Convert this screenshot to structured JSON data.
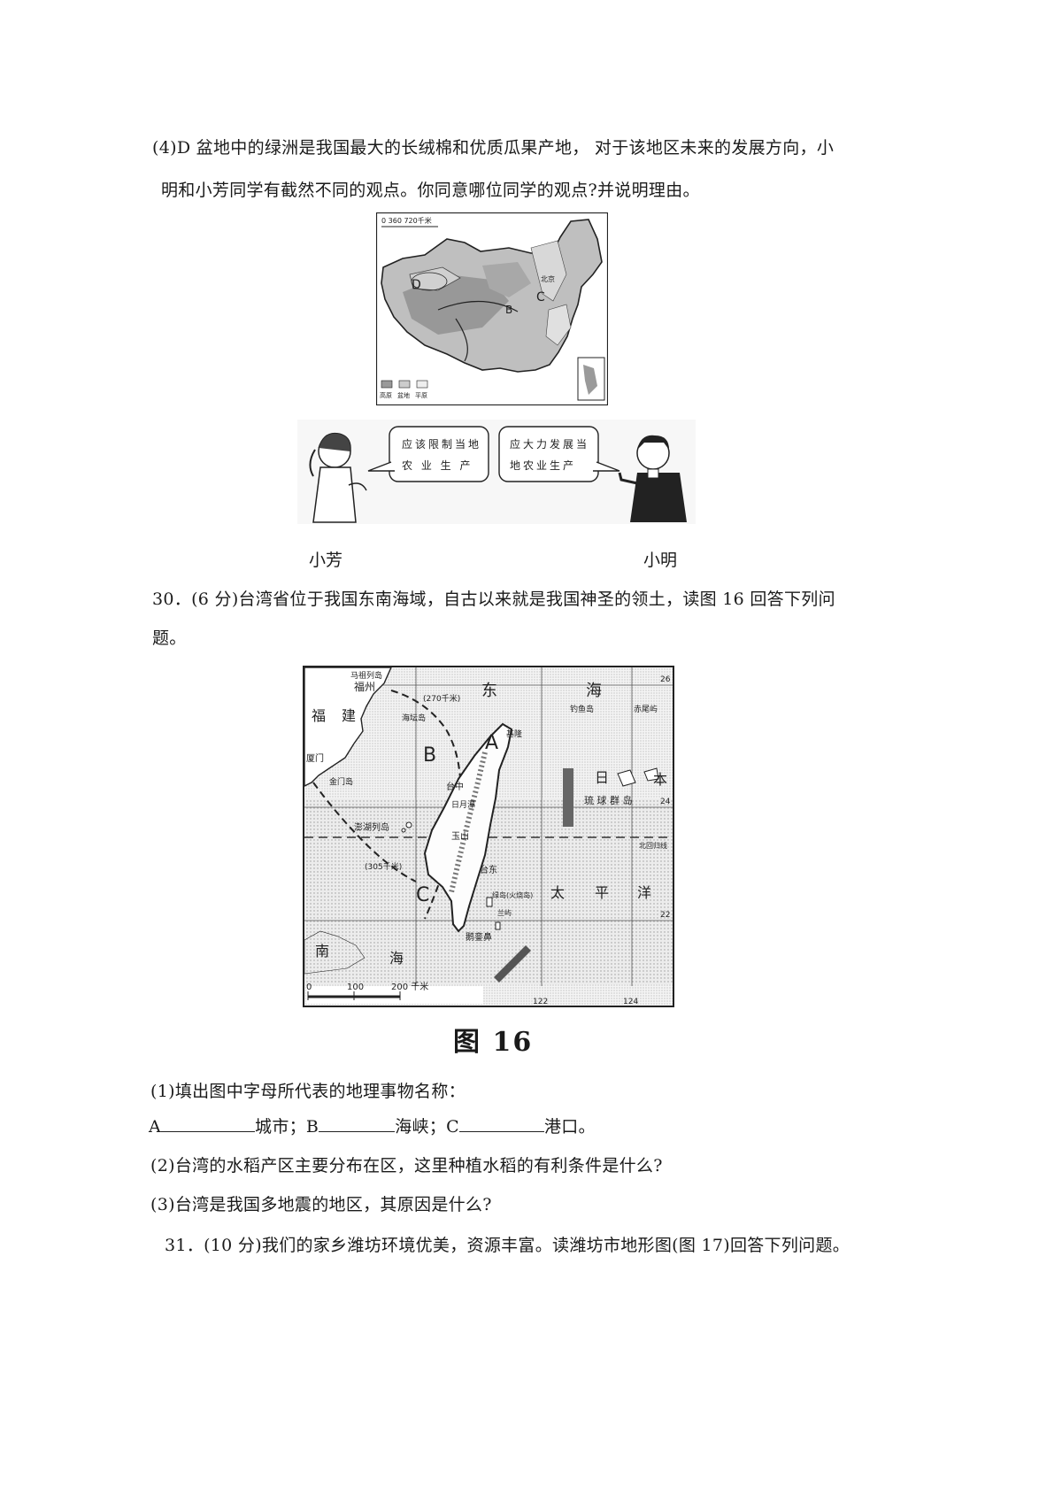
{
  "q29_part4": {
    "line1": "(4)D 盆地中的绿洲是我国最大的长绒棉和优质瓜果产地， 对于该地区未来的发展方向，小",
    "line2": "明和小芳同学有截然不同的观点。你同意哪位同学的观点?并说明理由。"
  },
  "china_map": {
    "scale_text": "0    360  720千米",
    "label_d": "D",
    "label_b": "B",
    "label_c": "C",
    "label_beijing": "北京",
    "legend": [
      "高原",
      "盆地",
      "平原"
    ]
  },
  "cartoon": {
    "girl_bubble_line1": "应该限制当地",
    "girl_bubble_line2": "农 业 生 产",
    "boy_bubble_line1": "应大力发展当",
    "boy_bubble_line2": "地农业生产",
    "girl_name": "小芳",
    "boy_name": "小明"
  },
  "q30": {
    "line1": "30．(6 分)台湾省位于我国东南海域，自古以来就是我国神圣的领土，读图 16 回答下列问",
    "line2": "题。"
  },
  "taiwan_map": {
    "label_a": "A",
    "label_b": "B",
    "label_c": "C",
    "east_sea": [
      "东",
      "海"
    ],
    "fujian": [
      "福",
      "建"
    ],
    "fuzhou": "福州",
    "xiamen": "厦门",
    "jinmen": "金门岛",
    "matsu": "马祖列岛",
    "pingtan": "海坛岛",
    "penghu": "澎湖列岛",
    "taizhong": "台中",
    "riyuetan": "日月潭",
    "yushan": "玉山",
    "taidong": "台东",
    "lvdao": "绿岛(火烧岛)",
    "lanyu": "兰屿",
    "eluanbi": "鹅銮鼻",
    "jilong": "基隆",
    "diaoyu": "钓鱼岛",
    "chiwei": "赤尾屿",
    "japan": [
      "日",
      "本"
    ],
    "ryukyu": "琉 球 群 岛",
    "pacific": [
      "太",
      "平",
      "洋"
    ],
    "tropic": "北回归线",
    "south_sea": [
      "南",
      "海"
    ],
    "strait_width_north": "(270千米)",
    "strait_width_south": "(305千米)",
    "lat_26": "26",
    "lat_24": "24",
    "lat_22": "22",
    "lon_122": "122",
    "lon_124": "124",
    "scale_0": "0",
    "scale_100": "100",
    "scale_200": "200 千米"
  },
  "fig16_caption": "图 16",
  "q30_sub": {
    "p1": "(1)填出图中字母所代表的地理事物名称：",
    "p1_a": "A",
    "p1_a_suffix": "城市；B",
    "p1_b_suffix": "海峡；C",
    "p1_c_suffix": "港口。",
    "p2": "(2)台湾的水稻产区主要分布在区，这里种植水稻的有利条件是什么?",
    "p3": "(3)台湾是我国多地震的地区，其原因是什么?"
  },
  "q31": {
    "line1": "31．(10 分)我们的家乡潍坊环境优美，资源丰富。读潍坊市地形图(图 17)回答下列问题。"
  }
}
